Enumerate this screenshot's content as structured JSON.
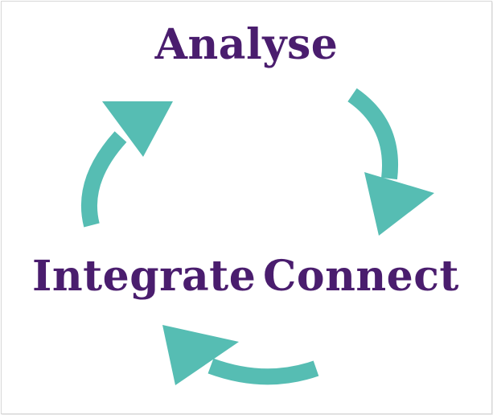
{
  "diagram": {
    "stages": {
      "top": "Analyse",
      "left": "Integrate",
      "right": "Connect"
    },
    "colors": {
      "text": "#4a1d6e",
      "arrows": "#56bdb3",
      "frame": "#d8d8d8"
    },
    "arrows": [
      {
        "from": "Integrate",
        "to": "Analyse"
      },
      {
        "from": "Analyse",
        "to": "Connect"
      },
      {
        "from": "Connect",
        "to": "Integrate"
      }
    ]
  }
}
